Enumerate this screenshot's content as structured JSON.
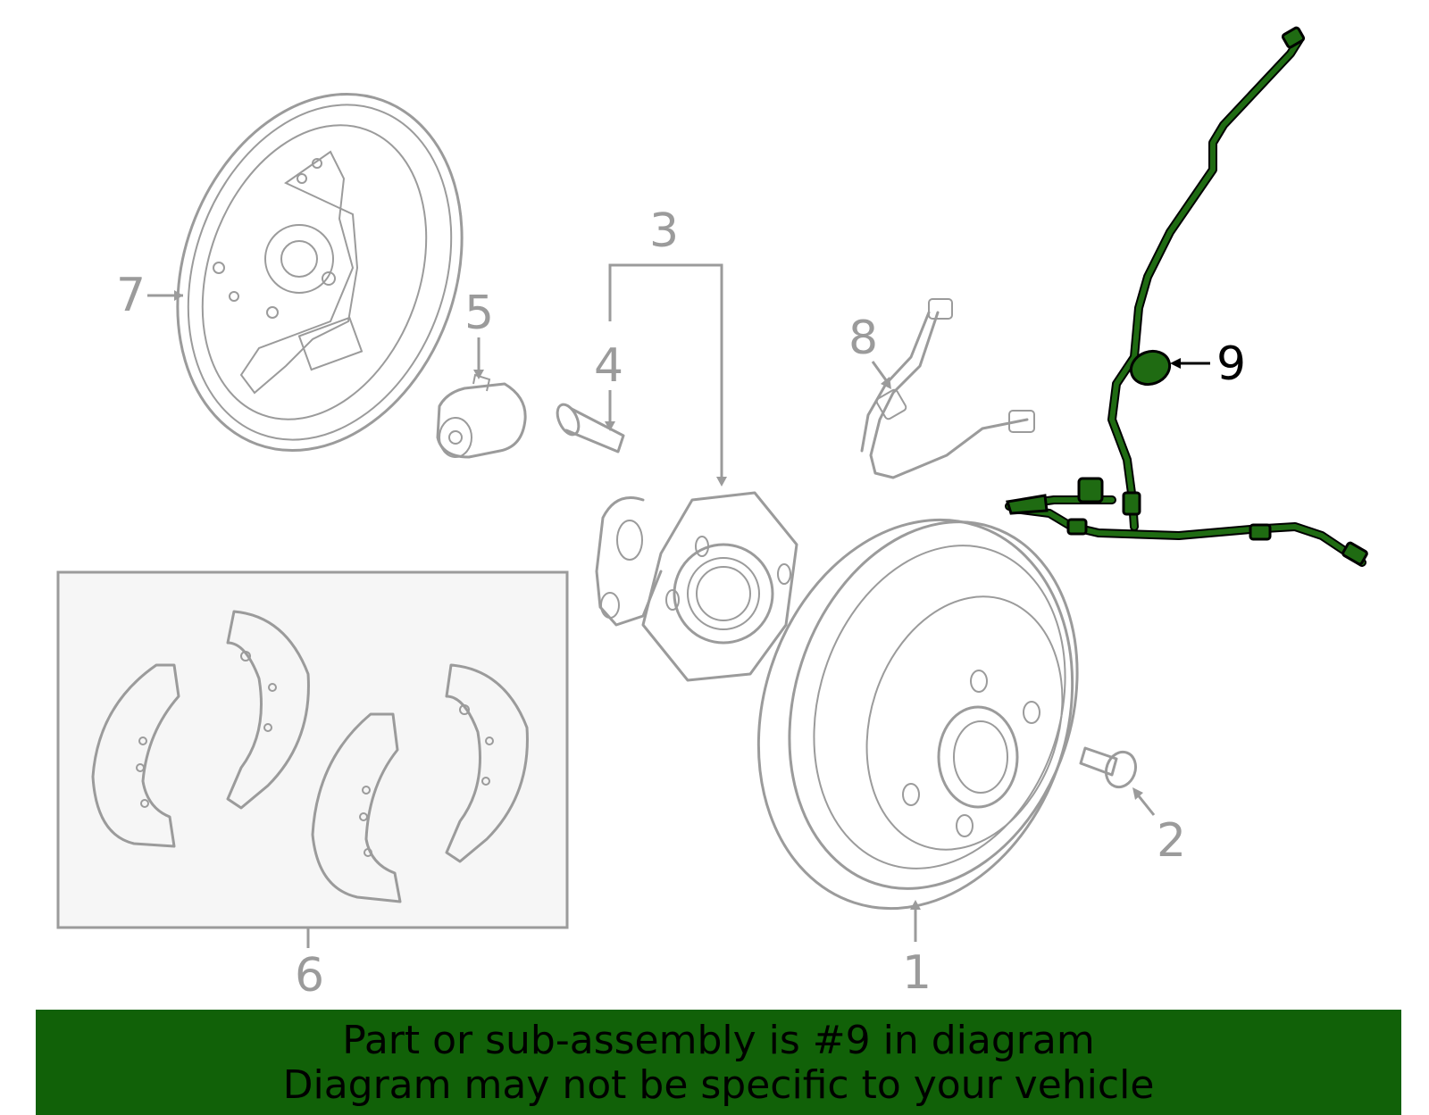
{
  "callouts": {
    "c1": "1",
    "c2": "2",
    "c3": "3",
    "c4": "4",
    "c5": "5",
    "c6": "6",
    "c7": "7",
    "c8": "8",
    "c9": "9"
  },
  "highlighted_part": "9",
  "colors": {
    "highlight": "#1f6b12",
    "banner_background": "#116108",
    "part_lines": "#9b9b9b",
    "kit_box_background": "#f6f6f6"
  },
  "banner": {
    "line1": "Part or sub-assembly is #9 in diagram",
    "line2": "Diagram may not be specific to your vehicle"
  }
}
